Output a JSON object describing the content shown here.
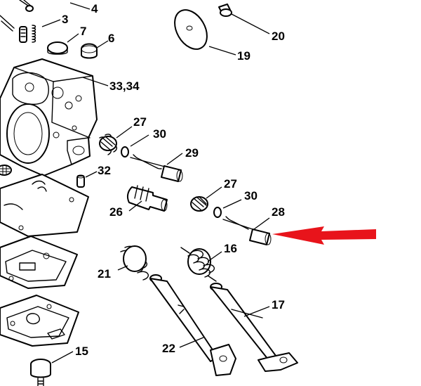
{
  "diagram": {
    "part_numbers": {
      "p4": "4",
      "p3": "3",
      "p7": "7",
      "p6": "6",
      "p20": "20",
      "p19": "19",
      "p33_34": "33,34",
      "p27a": "27",
      "p30a": "30",
      "p29": "29",
      "p32": "32",
      "p27b": "27",
      "p30b": "30",
      "p28": "28",
      "p26": "26",
      "p16": "16",
      "p21": "21",
      "p17": "17",
      "p22": "22",
      "p15": "15"
    },
    "highlight_color": "#e8141b",
    "highlight_target": "28"
  }
}
